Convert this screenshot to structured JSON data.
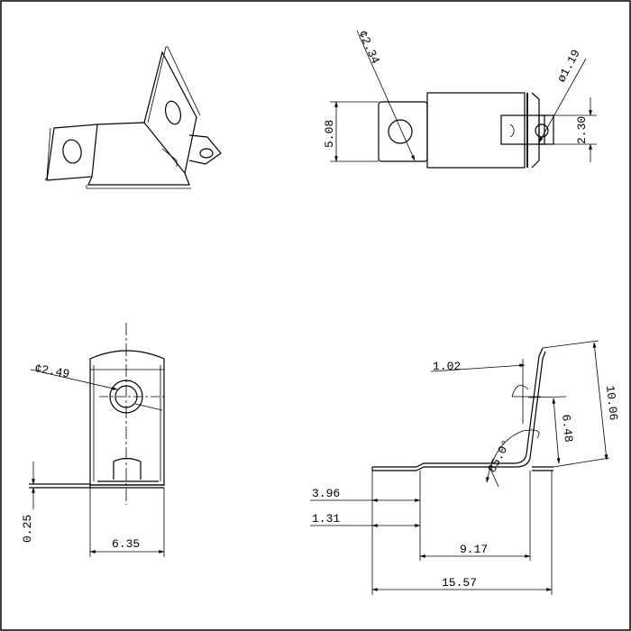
{
  "dimensions": {
    "top_right_hole_dia": "¢2.34",
    "top_right_small_hole_dia": "ø1.19",
    "top_right_height": "5.08",
    "top_right_tab": "2.30",
    "bottom_left_hole_dia": "¢2.49",
    "bottom_left_thickness": "0.25",
    "bottom_left_width": "6.35",
    "side_bend_offset": "1.02",
    "side_total_height": "10.06",
    "side_upper_height": "6.48",
    "side_angle": "85.0°",
    "side_tab_width": "3.96",
    "side_tab_length": "1.31",
    "side_mid_length": "9.17",
    "side_total_length": "15.57"
  }
}
